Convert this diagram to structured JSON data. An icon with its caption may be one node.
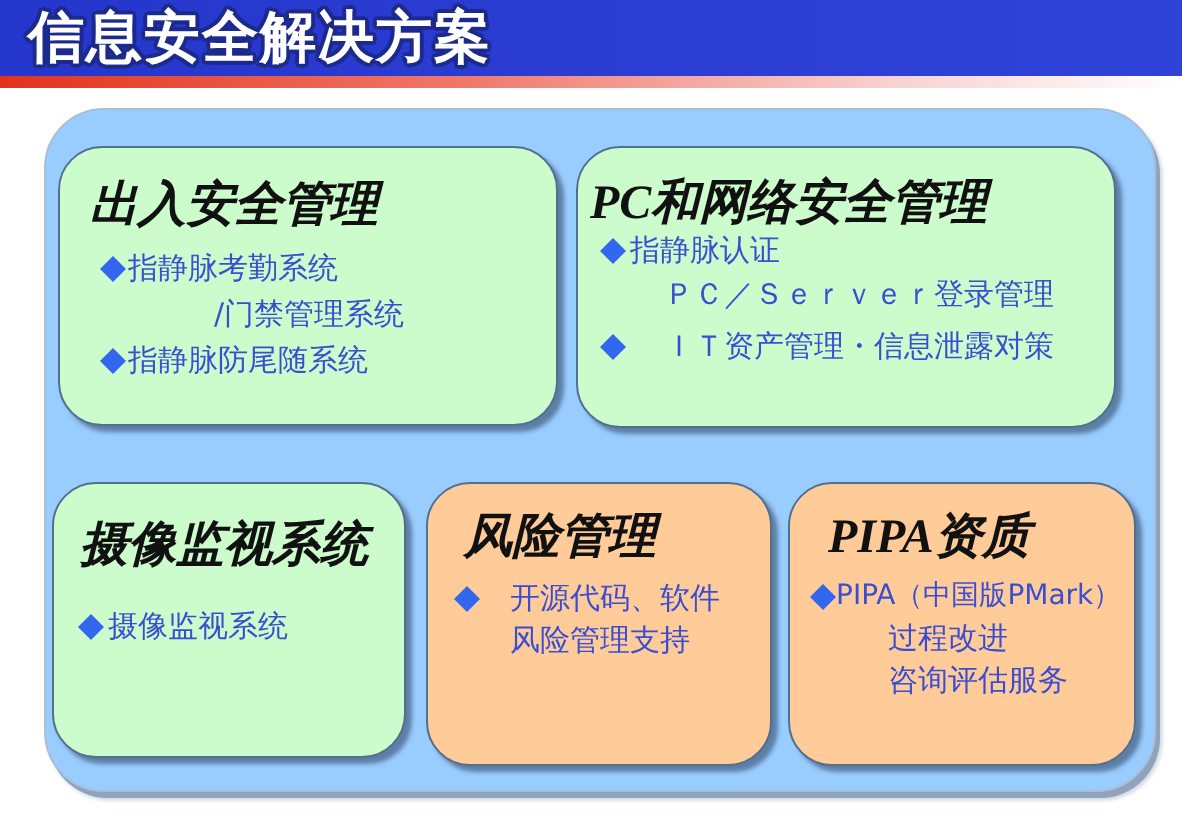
{
  "diagram": {
    "title": "信息安全解决方案",
    "nodes": [
      {
        "text": [],
        "shape": "box"
      },
      {
        "text": [
          "出入安全管理",
          "指静脉考勤系统",
          "/门禁管理系统",
          "指静脉防尾随系统"
        ],
        "in": 0
      },
      {
        "text": [
          "PC和网络安全管理",
          "指静脉认证",
          "ＰＣ／Ｓｅｒｖｅｒ登录管理",
          "ＩＴ资产管理・信息泄露对策"
        ],
        "in": 0
      },
      {
        "text": [
          "摄像监视系统",
          "摄像监视系统"
        ],
        "in": 0
      },
      {
        "text": [
          "风险管理",
          "开源代码、软件",
          "风险管理支持"
        ],
        "in": 0
      },
      {
        "text": [
          "PIPA资质",
          "PIPA（中国版PMark）",
          "过程改进",
          "咨询评估服务"
        ],
        "in": 0
      }
    ]
  }
}
